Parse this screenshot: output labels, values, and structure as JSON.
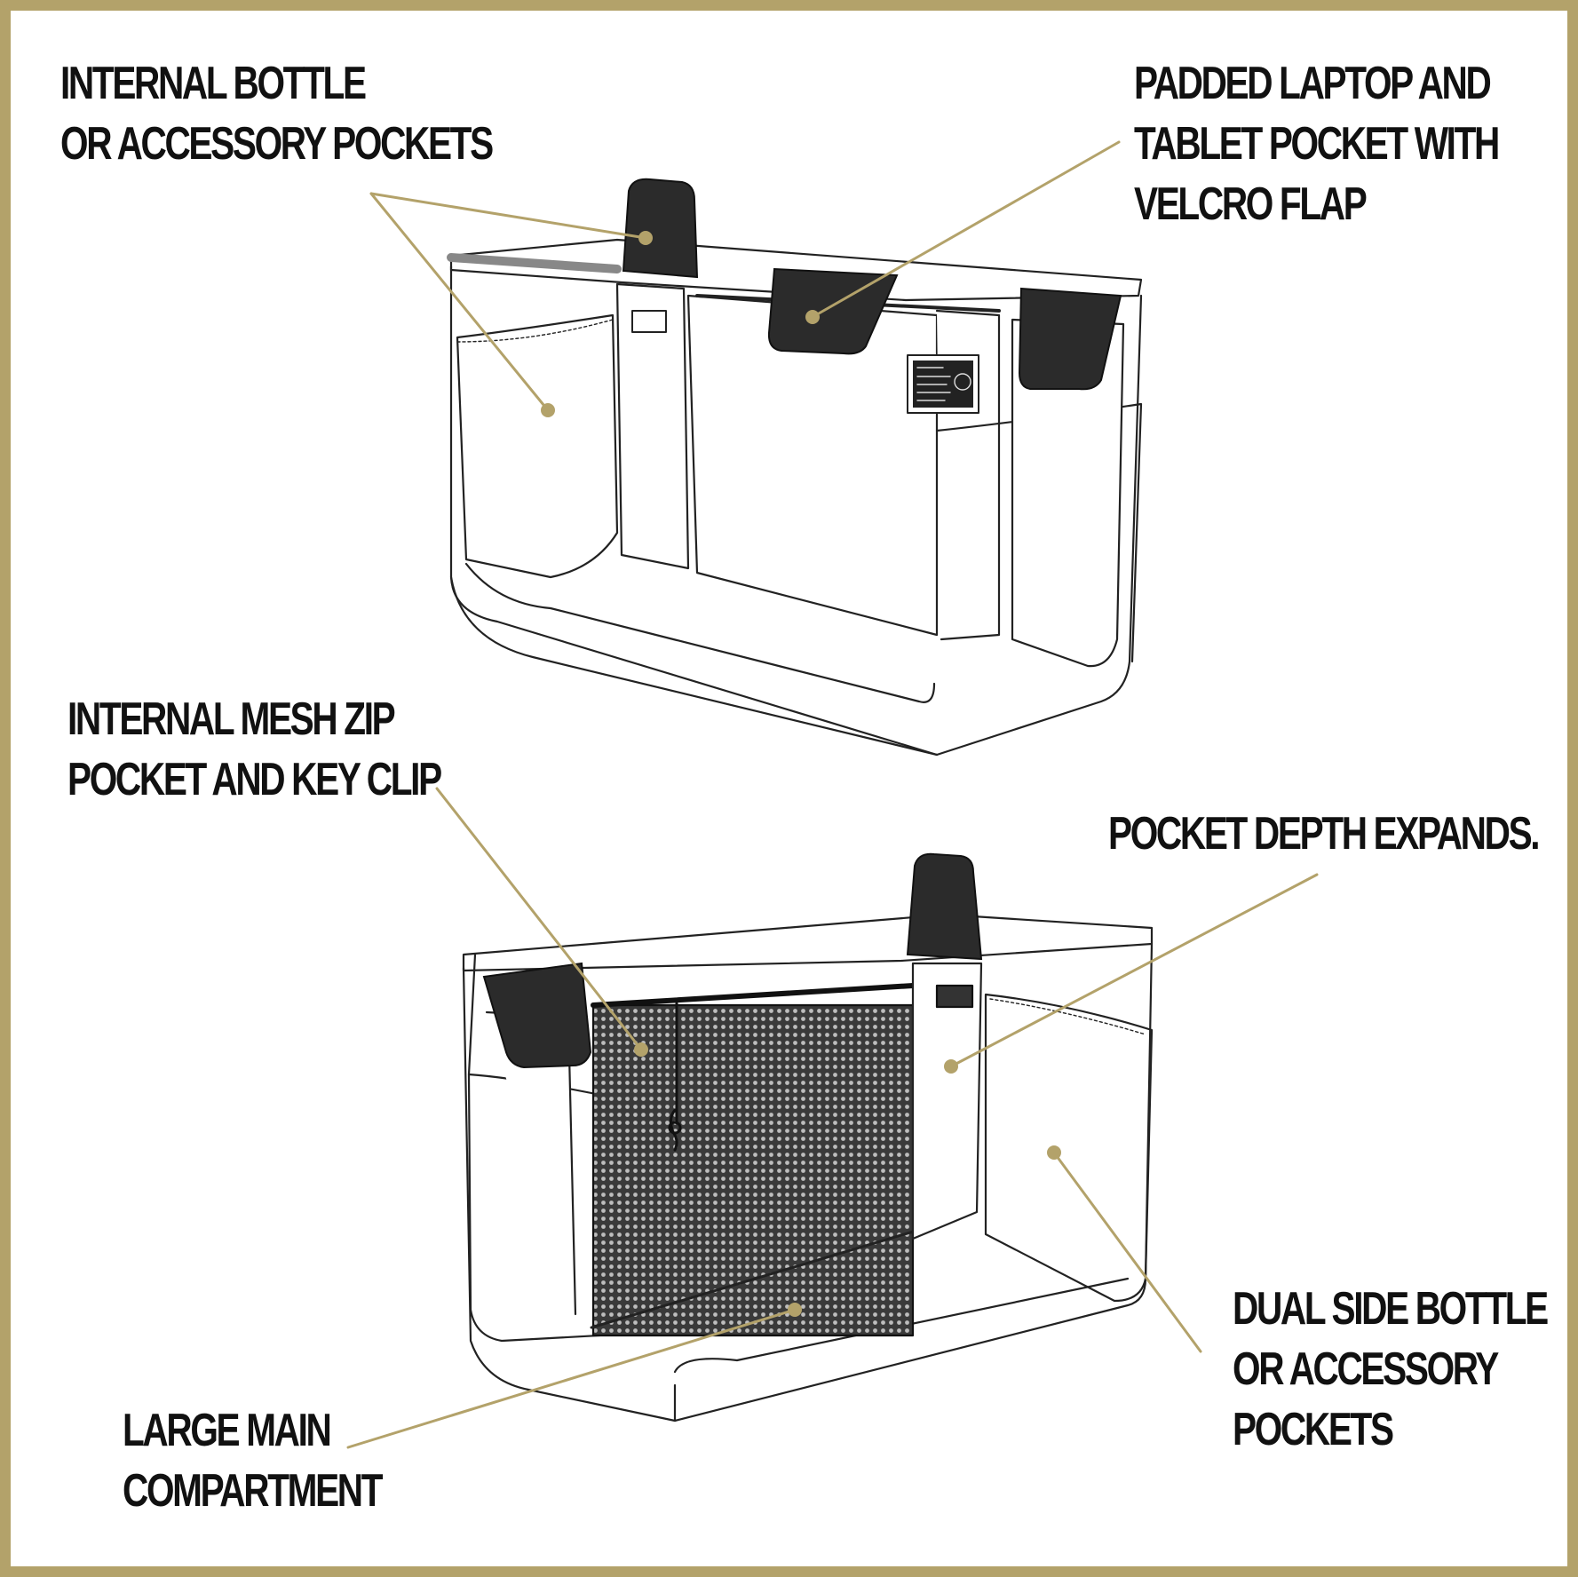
{
  "accent_color": "#b3a26a",
  "ink_color": "#111111",
  "callouts": {
    "internal_bottle": {
      "lines": [
        "INTERNAL BOTTLE",
        "OR ACCESSORY POCKETS"
      ]
    },
    "laptop_pocket": {
      "lines": [
        "PADDED LAPTOP AND",
        "TABLET POCKET WITH",
        "VELCRO FLAP"
      ]
    },
    "mesh_pocket": {
      "lines": [
        "INTERNAL MESH ZIP",
        "POCKET AND KEY CLIP"
      ]
    },
    "pocket_depth": {
      "lines": [
        "POCKET DEPTH EXPANDS."
      ]
    },
    "dual_side": {
      "lines": [
        "DUAL SIDE BOTTLE",
        "OR ACCESSORY",
        "POCKETS"
      ]
    },
    "main_compartment": {
      "lines": [
        "LARGE MAIN",
        "COMPARTMENT"
      ]
    }
  }
}
